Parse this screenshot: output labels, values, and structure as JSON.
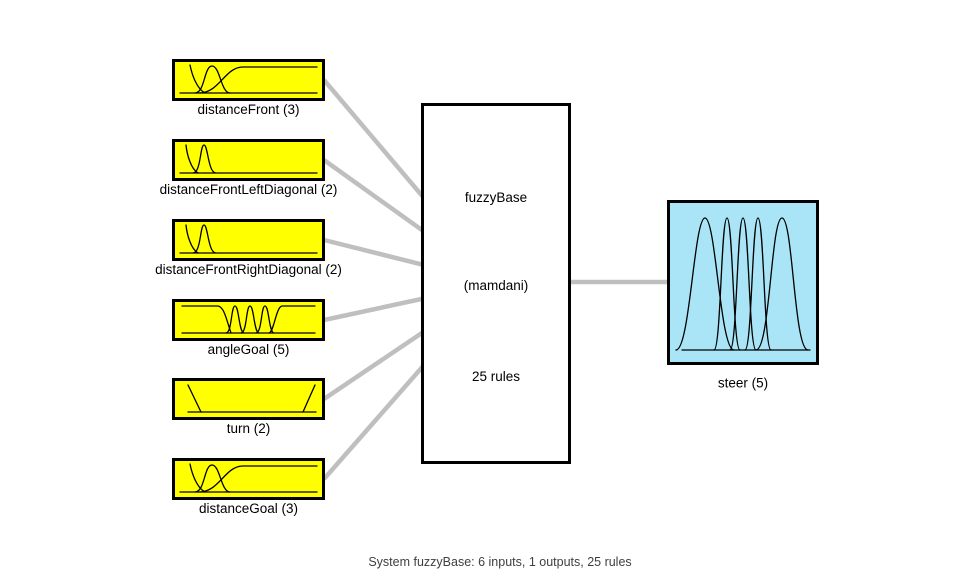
{
  "diagram": {
    "inputs": [
      {
        "name": "distanceFront",
        "label": "distanceFront (3)",
        "mf_count": 3
      },
      {
        "name": "distanceFrontLeftDiagonal",
        "label": "distanceFrontLeftDiagonal (2)",
        "mf_count": 2
      },
      {
        "name": "distanceFrontRightDiagonal",
        "label": "distanceFrontRightDiagonal (2)",
        "mf_count": 2
      },
      {
        "name": "angleGoal",
        "label": "angleGoal (5)",
        "mf_count": 5
      },
      {
        "name": "turn",
        "label": "turn (2)",
        "mf_count": 2
      },
      {
        "name": "distanceGoal",
        "label": "distanceGoal (3)",
        "mf_count": 3
      }
    ],
    "system": {
      "name": "fuzzyBase",
      "inference_type": "(mamdani)",
      "rules_label": "25 rules"
    },
    "output": {
      "name": "steer",
      "label": "steer (5)",
      "mf_count": 5
    },
    "status_bar": "System fuzzyBase: 6 inputs, 1 outputs, 25 rules",
    "colors": {
      "input_fill": "#ffff00",
      "output_fill": "#a9e5f6",
      "connector": "#bfbfbf",
      "border": "#000000",
      "status_text": "#3f3f3f"
    }
  }
}
